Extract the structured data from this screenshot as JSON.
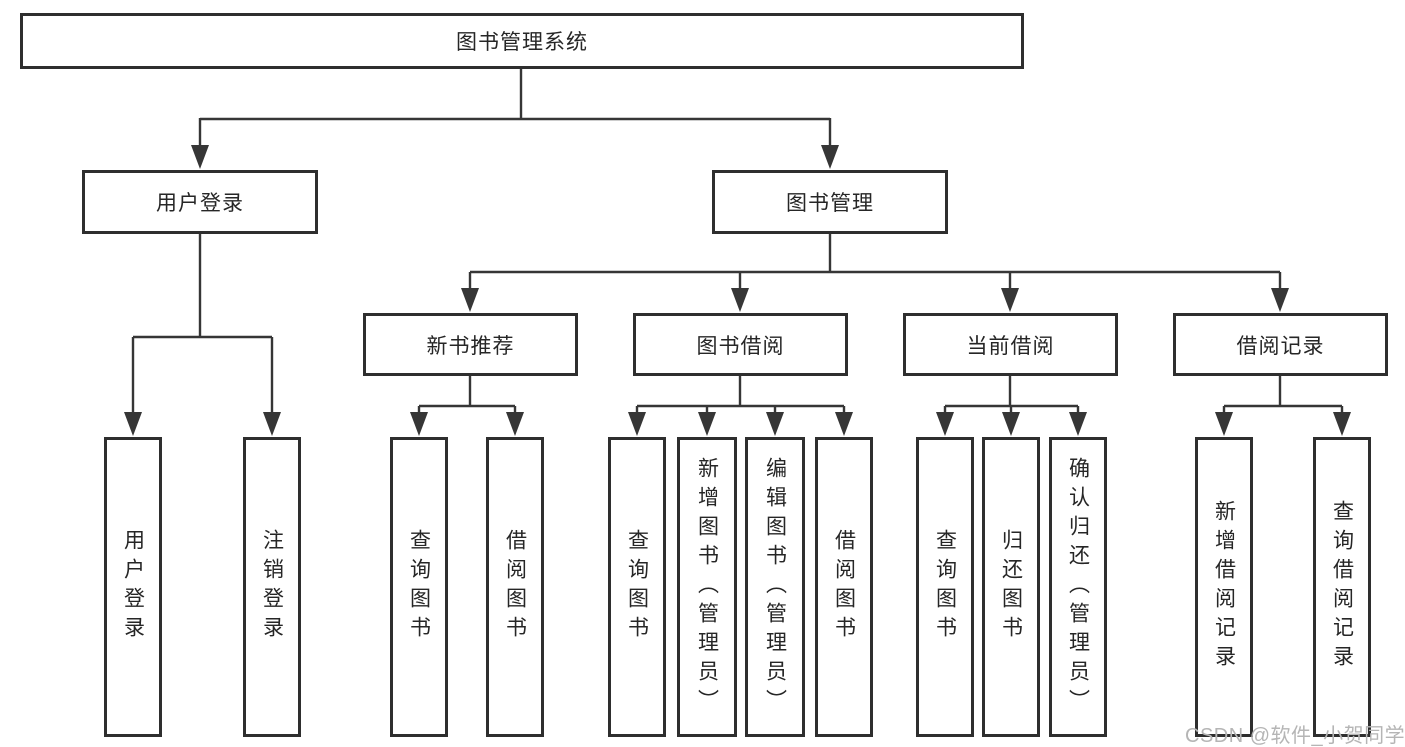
{
  "diagram": {
    "title": "图书管理系统",
    "branches": [
      {
        "label": "用户登录",
        "children": [
          {
            "label": "用户登录"
          },
          {
            "label": "注销登录"
          }
        ]
      },
      {
        "label": "图书管理",
        "children": [
          {
            "label": "新书推荐",
            "children": [
              {
                "label": "查询图书"
              },
              {
                "label": "借阅图书"
              }
            ]
          },
          {
            "label": "图书借阅",
            "children": [
              {
                "label": "查询图书"
              },
              {
                "label": "新增图书（管理员）"
              },
              {
                "label": "编辑图书（管理员）"
              },
              {
                "label": "借阅图书"
              }
            ]
          },
          {
            "label": "当前借阅",
            "children": [
              {
                "label": "查询图书"
              },
              {
                "label": "归还图书"
              },
              {
                "label": "确认归还（管理员）"
              }
            ]
          },
          {
            "label": "借阅记录",
            "children": [
              {
                "label": "新增借阅记录"
              },
              {
                "label": "查询借阅记录"
              }
            ]
          }
        ]
      }
    ]
  },
  "colors": {
    "line": "#363636",
    "border": "#2e2e2e",
    "text": "#262626",
    "watermark": "#b5b5b5"
  },
  "watermark": "CSDN @软件_小贺同学"
}
